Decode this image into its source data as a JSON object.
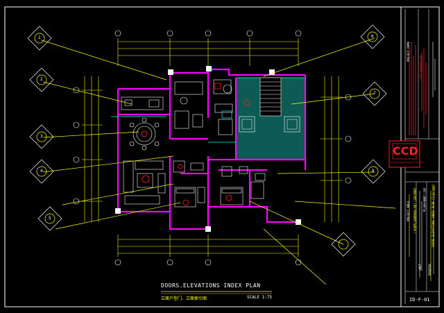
{
  "drawing": {
    "title": "DOORS.ELEVATIONS INDEX PLAN",
    "subtitle": "立面户型门、立面索引图",
    "scale": "SCALE 1:75"
  },
  "title_block": {
    "logo": "CCD",
    "logo_caption": "Cheng Chung Design (H.K.) Ltd.",
    "sheet_number": "ID-F-01",
    "project_label": "PROJECT NAME",
    "project_value": "一号A户型精装修工程",
    "area_label": "PROJECT AREA",
    "area_value": "一号楼A户型精装修工程(一层平面图)",
    "unit_label": "UNIT",
    "unit_value": "A户型平面图(一层)",
    "drawing_label": "DRAWING",
    "drawing_value": "DOORS.ELEVATIONS INDEX PLAN (1层平面图)"
  },
  "colors": {
    "background": "#000000",
    "frame": "#ffffff",
    "wall": "#ff00ff",
    "grid": "#ffff00",
    "furniture": "#ffffff",
    "accent": "#ff0000",
    "cyan": "#00ffff",
    "teal_fill": "#0e5a55",
    "leader": "#ffff00"
  },
  "index_symbols": [
    {
      "id": "A1",
      "label": "1"
    },
    {
      "id": "A2",
      "label": "2"
    },
    {
      "id": "A3",
      "label": "3"
    },
    {
      "id": "A4",
      "label": "4"
    },
    {
      "id": "A5",
      "label": "5"
    },
    {
      "id": "A6",
      "label": "6"
    },
    {
      "id": "A7",
      "label": "7"
    },
    {
      "id": "A8",
      "label": "8"
    }
  ]
}
